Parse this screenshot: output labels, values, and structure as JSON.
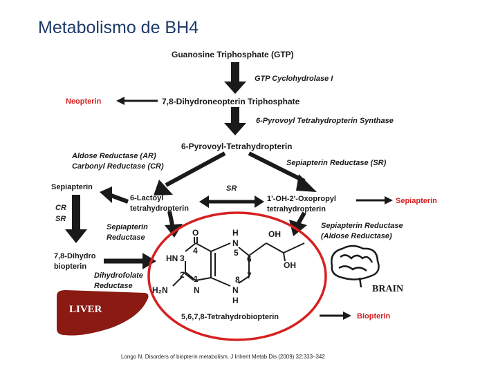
{
  "slide": {
    "title": "Metabolismo de BH4",
    "citation": "Longo N. Disorders of biopterin metabolism. J Inherit Metab Dis (2009) 32:333–342"
  },
  "diagram": {
    "gtp": "Guanosine Triphosphate (GTP)",
    "gtp_cyclohydrolase": "GTP Cyclohydrolase I",
    "neopterin": "Neopterin",
    "dihydroneopterin_tp": "7,8-Dihydroneopterin Triphosphate",
    "ptps": "6-Pyrovoyl Tetrahydropterin Synthase",
    "pyruvoyl_thp": "6-Pyrovoyl-Tetrahydropterin",
    "aldose_reductase": "Aldose Reductase (AR)",
    "carbonyl_reductase": "Carbonyl Reductase (CR)",
    "sepiapterin_reductase_sr": "Sepiapterin Reductase (SR)",
    "sepiapterin_left": "Sepiapterin",
    "lactoyl_line1": "6-Lactoyl",
    "lactoyl_line2": "tetrahydropterin",
    "sr_center": "SR",
    "oxopropyl_line1": "1'-OH-2'-Oxopropyl",
    "oxopropyl_line2": "tetrahydropterin",
    "sepiapterin_right": "Sepiapterin",
    "cr_label": "CR",
    "sr_label": "SR",
    "sepiapterin_reductase_line1": "Sepiapterin",
    "sepiapterin_reductase_line2": "Reductase",
    "sr_aldose_line1": "Sepiapterin Reductase",
    "sr_aldose_line2": "(Aldose Reductase)",
    "dihydrobiopterin_line1": "7,8-Dihydro",
    "dihydrobiopterin_line2": "biopterin",
    "dhfr_line1": "Dihydrofolate",
    "dhfr_line2": "Reductase",
    "liver": "LIVER",
    "brain": "BRAIN",
    "bh4": "5,6,7,8-Tetrahydrobiopterin",
    "biopterin": "Biopterin",
    "structure": {
      "o": "O",
      "h_top": "H",
      "n_top": "N",
      "oh_top": "OH",
      "hn": "HN",
      "num3": "3",
      "num4": "4",
      "num5": "5",
      "num6": "6",
      "oh_bottom": "OH",
      "num2": "2",
      "num1": "1",
      "num8": "8",
      "num7": "7",
      "h2n": "H₂N",
      "n_bottom_left": "N",
      "n_bottom": "N",
      "h_bottom": "H"
    }
  },
  "colors": {
    "title": "#1f3a68",
    "highlight": "#d62020",
    "liver": "#8b1a12",
    "text": "#1a1a1a"
  }
}
